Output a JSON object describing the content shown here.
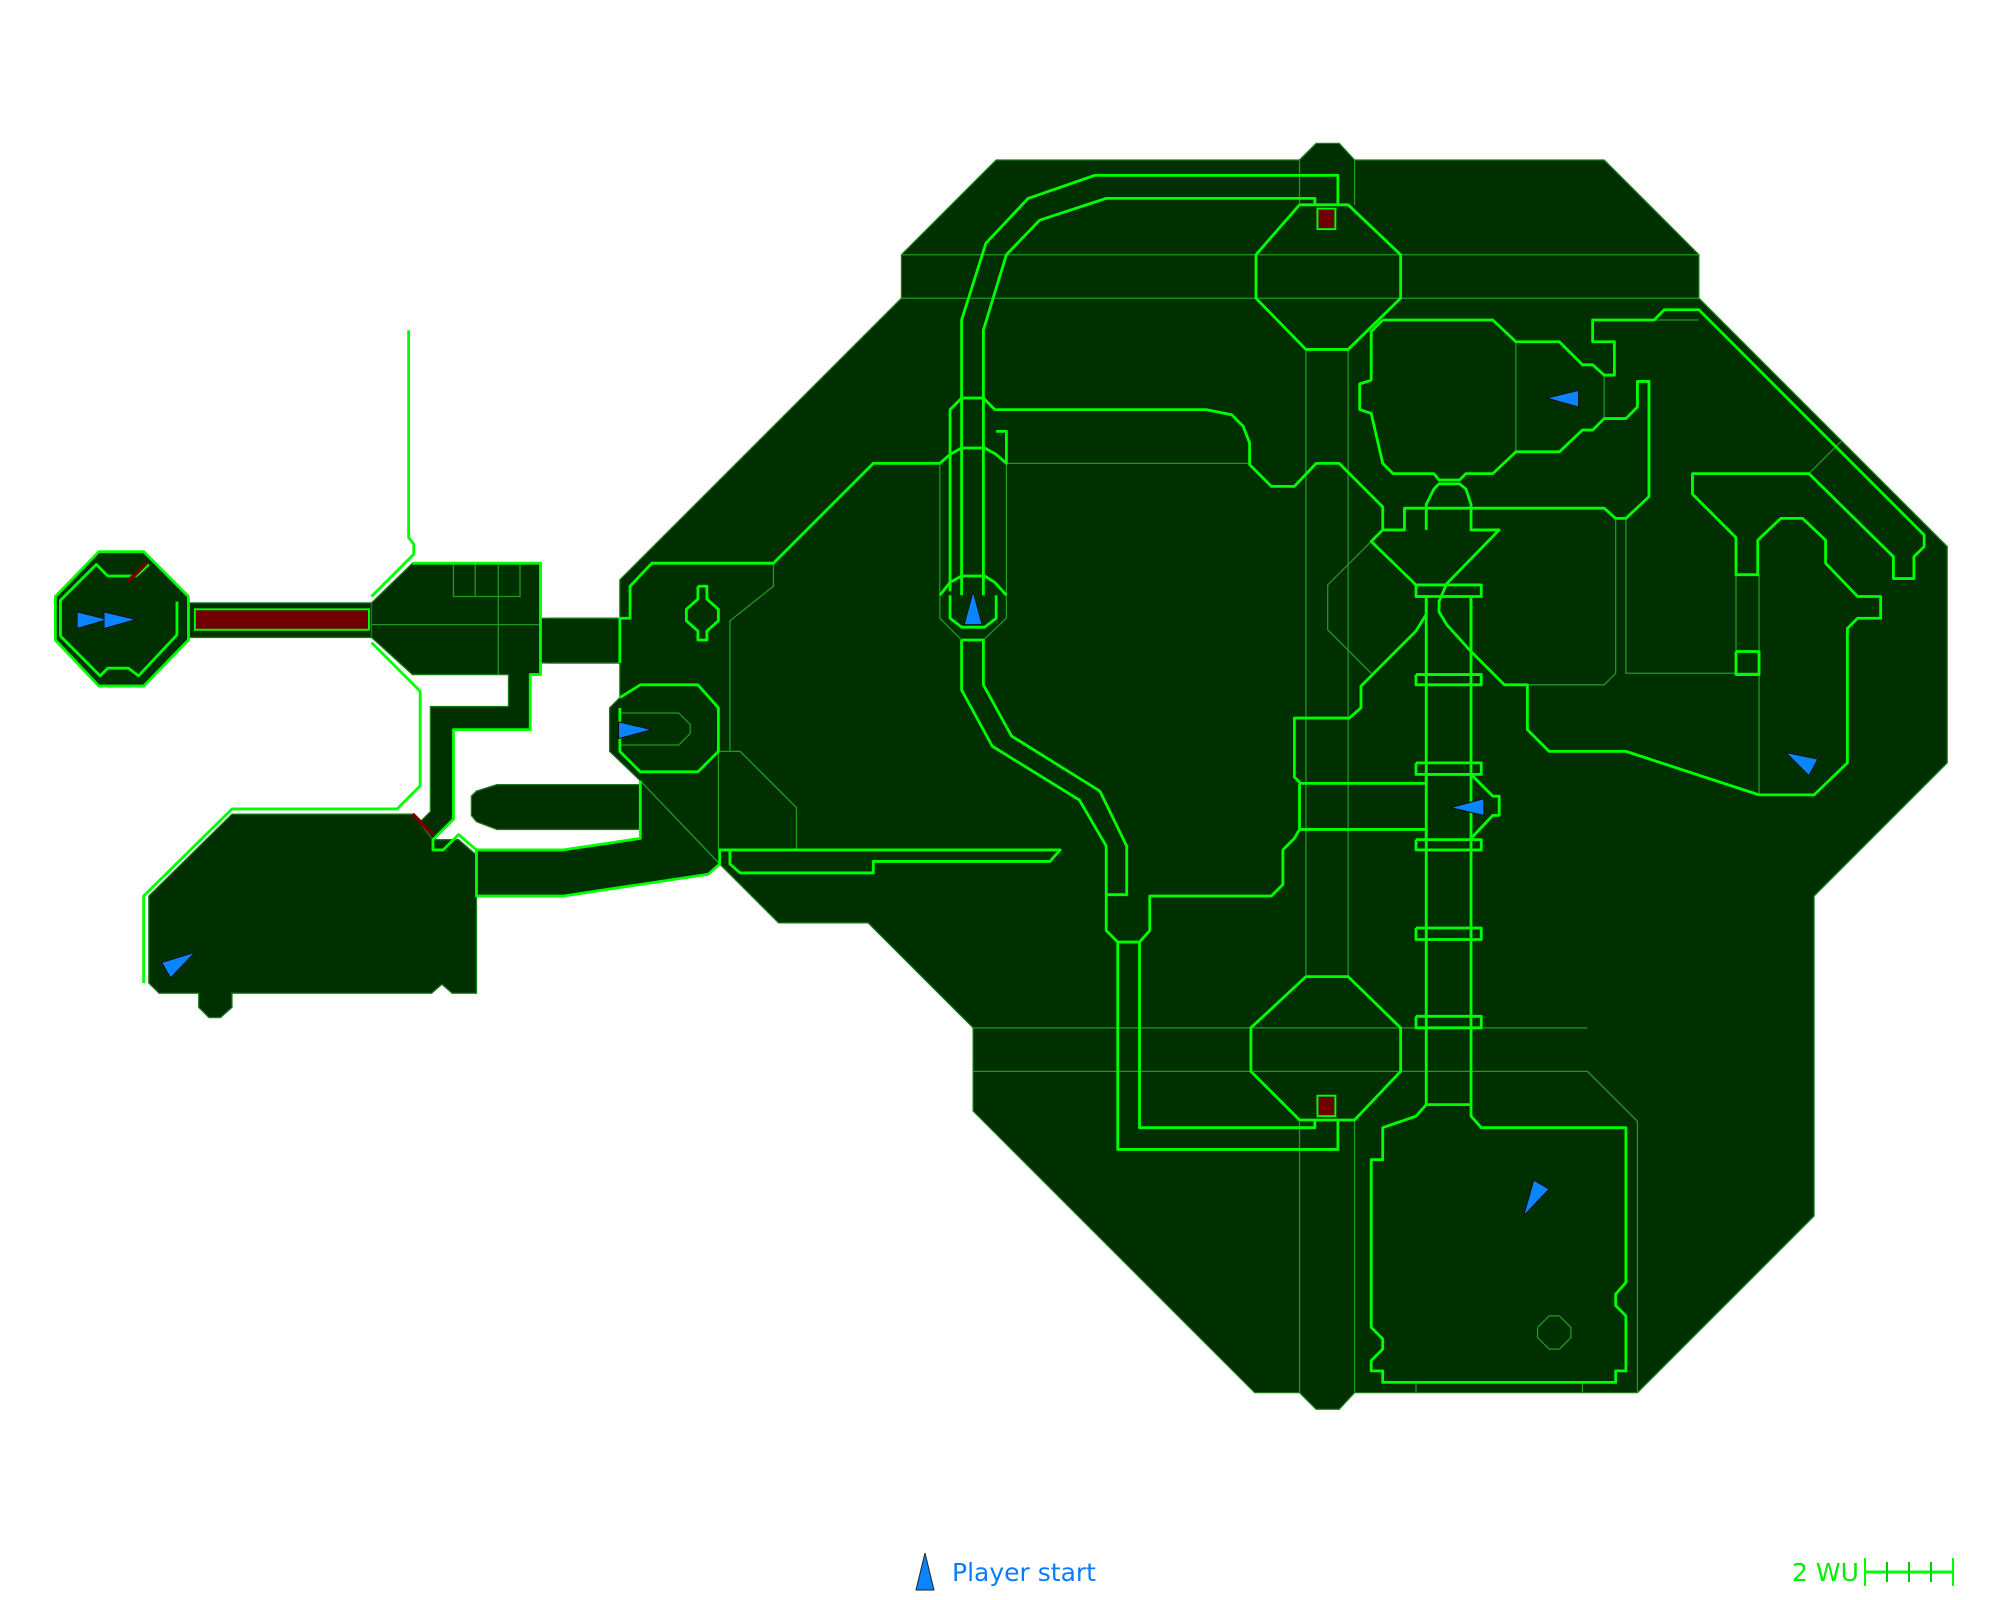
{
  "map": {
    "colors": {
      "floor": "#003000",
      "wall": "#00ff00",
      "inner_line": "#1f9a1f",
      "door": "#700000",
      "player_start": "#0a84ff"
    }
  },
  "legend": {
    "player_start_label": "Player start",
    "player_start_icon": "player-start-arrow"
  },
  "scale_bar": {
    "label": "2 WU",
    "ticks": 5
  }
}
